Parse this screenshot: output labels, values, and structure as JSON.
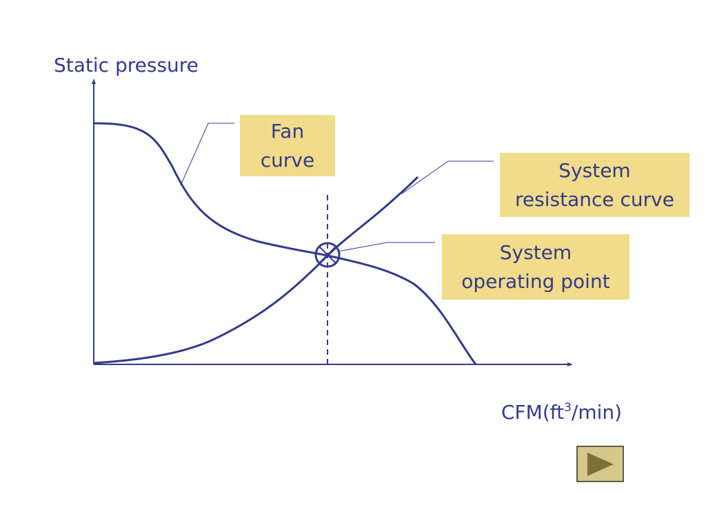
{
  "slide": {
    "y_axis_label": "Static pressure",
    "x_axis_label_prefix": "CFM(ft",
    "x_axis_label_superscript": "3",
    "x_axis_label_suffix": "/min)",
    "callouts": {
      "fan_curve": [
        "Fan",
        "curve"
      ],
      "system_resistance_curve": [
        "System",
        "resistance curve"
      ],
      "system_operating_point": [
        "System",
        "operating point"
      ]
    },
    "colors": {
      "line": "#333a8a",
      "callout_fill": "#f0dc8a",
      "button_fill": "#d7c88a",
      "button_icon": "#7d7036"
    },
    "navigation": {
      "next_button_icon": "play-icon"
    }
  }
}
